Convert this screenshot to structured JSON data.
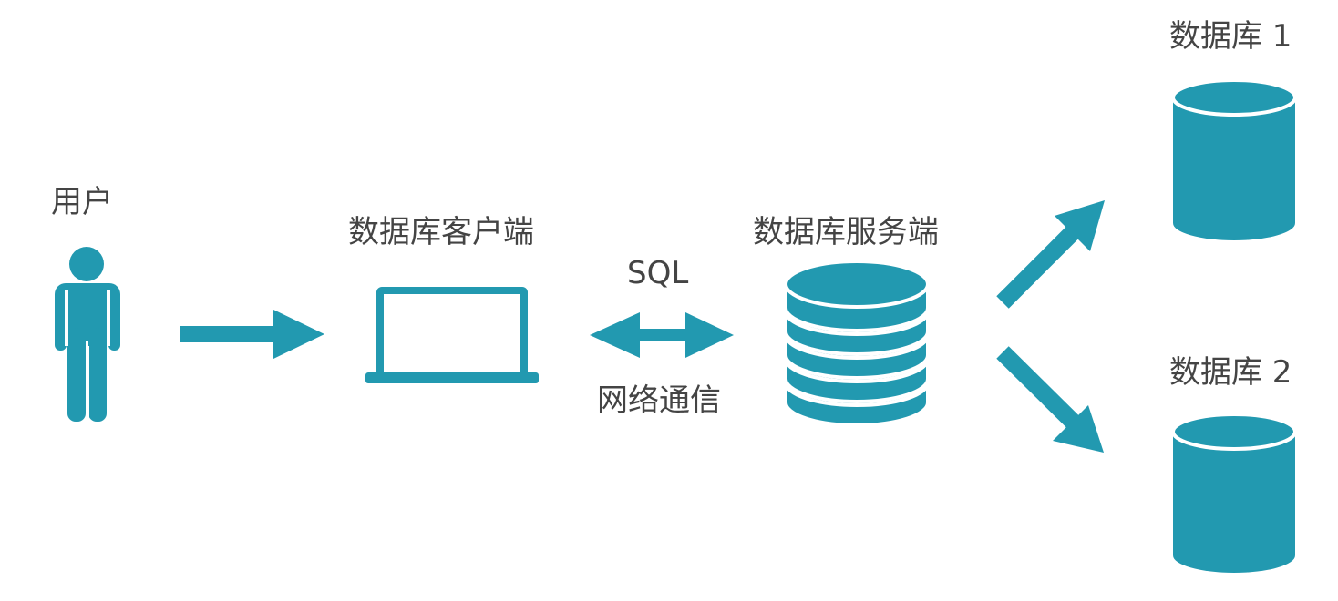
{
  "colors": {
    "accent": "#2299b0",
    "text": "#444444",
    "background": "#ffffff"
  },
  "nodes": {
    "user": {
      "label": "用户",
      "icon": "person-icon"
    },
    "client": {
      "label": "数据库客户端",
      "icon": "laptop-icon"
    },
    "server": {
      "label": "数据库服务端",
      "icon": "database-stack-icon"
    },
    "db1": {
      "label": "数据库 1",
      "icon": "database-cylinder-icon"
    },
    "db2": {
      "label": "数据库 2",
      "icon": "database-cylinder-icon"
    }
  },
  "connection": {
    "top_label": "SQL",
    "bottom_label": "网络通信"
  }
}
